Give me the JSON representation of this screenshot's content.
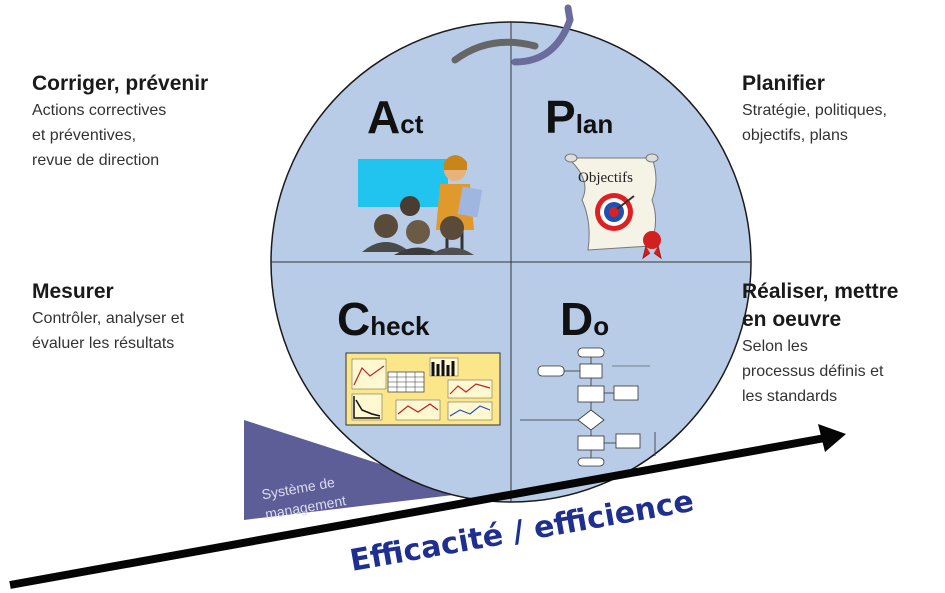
{
  "quadrants": {
    "act": {
      "big": "A",
      "small": "ct"
    },
    "plan": {
      "big": "P",
      "small": "lan"
    },
    "check": {
      "big": "C",
      "small": "heck"
    },
    "do": {
      "big": "D",
      "small": "o"
    }
  },
  "left_top": {
    "heading": "Corriger, prévenir",
    "lines": [
      "Actions correctives",
      "et préventives,",
      "revue de direction"
    ]
  },
  "right_top": {
    "heading": "Planifier",
    "lines": [
      "Stratégie, politiques,",
      "objectifs, plans"
    ]
  },
  "left_mid": {
    "heading": "Mesurer",
    "lines": [
      "Contrôler, analyser et",
      "évaluer les résultats"
    ]
  },
  "right_mid": {
    "heading_lines": [
      "Réaliser, mettre",
      "en oeuvre"
    ],
    "lines": [
      "Selon les",
      "processus définis et",
      "les standards"
    ]
  },
  "scroll_label": "Objectifs",
  "wedge_lines": [
    "Système de",
    "management"
  ],
  "arrow_label": "Efficacité / efficience",
  "colors": {
    "circle": "#b7cbe8",
    "arrow_label": "#1f2f8f",
    "wedge": "#5a5a96",
    "wedge_text": "#d8d8ec",
    "chart_panel": "#fbe68a",
    "screen": "#21c4ee"
  },
  "icons": [
    "presenter-clipart",
    "target-scroll-clipart",
    "charts-clipart",
    "flowchart-clipart"
  ]
}
